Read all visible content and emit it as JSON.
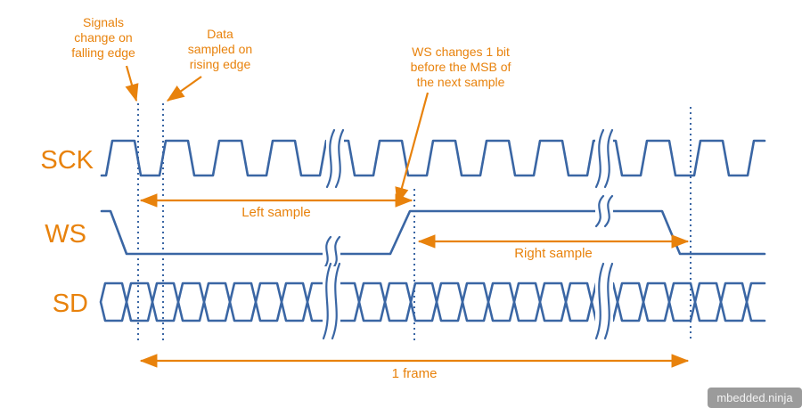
{
  "colors": {
    "accent": "#E8820C",
    "signal": "#3A66A4",
    "watermark_bg": "#9B9B9B",
    "watermark_text": "#F2F2F2"
  },
  "signal_labels": {
    "sck": "SCK",
    "ws": "WS",
    "sd": "SD"
  },
  "annotations": {
    "falling_edge": {
      "line1": "Signals",
      "line2": "change on",
      "line3": "falling edge"
    },
    "rising_edge": {
      "line1": "Data",
      "line2": "sampled on",
      "line3": "rising edge"
    },
    "ws_change": {
      "line1": "WS changes 1 bit",
      "line2": "before the MSB of",
      "line3": "the next sample"
    }
  },
  "measurements": {
    "left_sample": "Left sample",
    "right_sample": "Right sample",
    "frame": "1 frame"
  },
  "watermark": "mbedded.ninja"
}
